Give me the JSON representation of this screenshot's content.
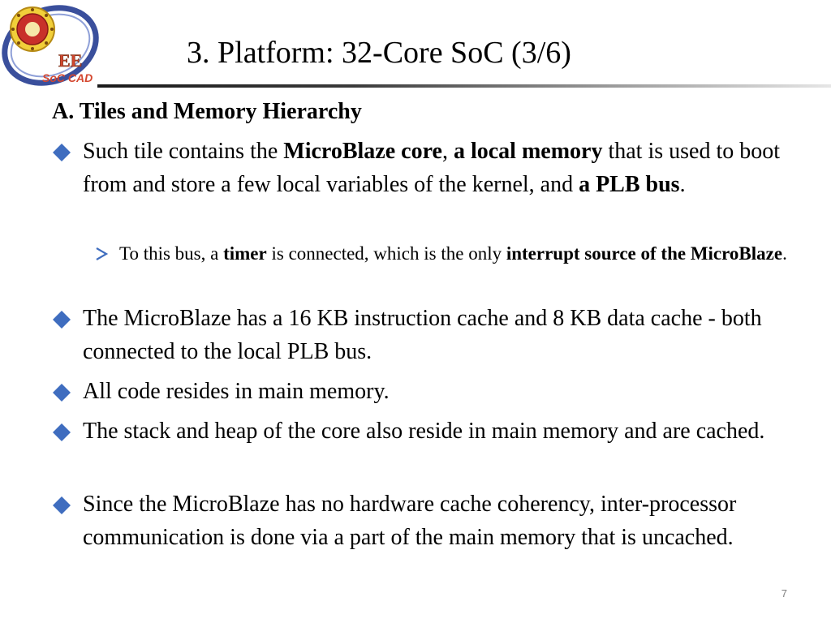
{
  "logo": {
    "badge_text": "EE",
    "caption": "SoC CAD",
    "colors": {
      "ring": "#3a4f9c",
      "emblem": "#f1cf3a",
      "text": "#d4472f"
    }
  },
  "slide": {
    "title": "3. Platform: 32-Core SoC (3/6)",
    "section_heading": "A. Tiles and Memory Hierarchy",
    "page_number": "7"
  },
  "bullets": {
    "b1": {
      "t1": "Such tile contains the ",
      "t2": "MicroBlaze core",
      "t3": ", ",
      "t4": "a local memory",
      "t5": " that is used to boot from and store a few local variables of the kernel, and ",
      "t6": "a PLB bus",
      "t7": "."
    },
    "s1": {
      "t1": "To this bus, a ",
      "t2": "timer",
      "t3": " is connected, which is the only ",
      "t4": "interrupt source of the MicroBlaze",
      "t5": "."
    },
    "b2": "The MicroBlaze has a 16 KB instruction cache and 8 KB data cache - both connected to the local PLB bus.",
    "b3": "All code resides in main memory.",
    "b4": "The stack and heap of the core also reside in main memory and are cached.",
    "b5": "Since the MicroBlaze has no hardware cache coherency, inter-processor communication is done via a part of the main memory that is uncached."
  },
  "icons": {
    "bullet": "diamond-bullet-icon",
    "sub_bullet": "arrowhead-bullet-icon"
  },
  "colors": {
    "bullet_marker": "#3f6dbf",
    "title_rule": "#3a3a3a",
    "page_number": "#7f7f7f"
  }
}
